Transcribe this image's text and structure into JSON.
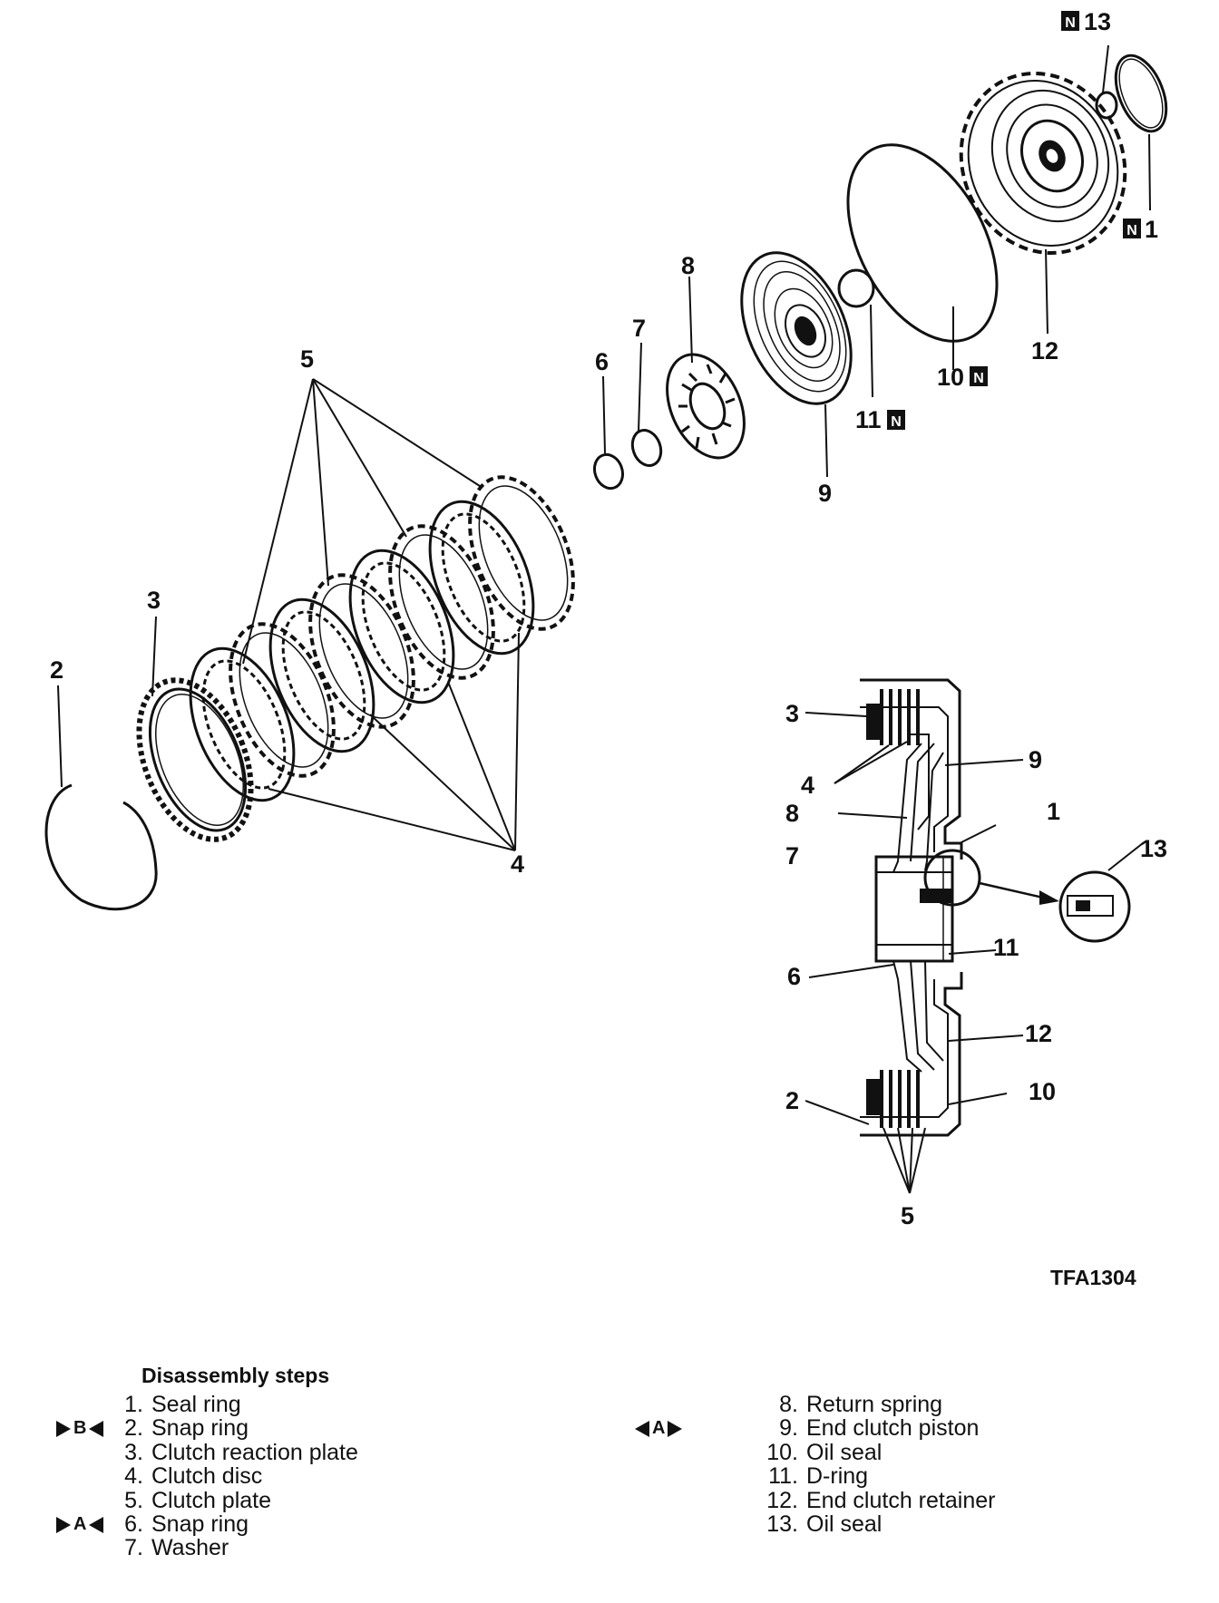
{
  "callouts": {
    "c1": "1",
    "c2": "2",
    "c3": "3",
    "c4": "4",
    "c5": "5",
    "c6": "6",
    "c7": "7",
    "c8": "8",
    "c9": "9",
    "c10": "10",
    "c11": "11",
    "c12": "12",
    "c13": "13",
    "new_part_marker": "N"
  },
  "figure_code": "TFA1304",
  "steps": {
    "title": "Disassembly steps",
    "left": [
      {
        "num": "1.",
        "label": "Seal ring",
        "tag": ""
      },
      {
        "num": "2.",
        "label": "Snap ring",
        "tag": "B"
      },
      {
        "num": "3.",
        "label": "Clutch reaction plate",
        "tag": ""
      },
      {
        "num": "4.",
        "label": "Clutch disc",
        "tag": ""
      },
      {
        "num": "5.",
        "label": "Clutch plate",
        "tag": ""
      },
      {
        "num": "6.",
        "label": "Snap ring",
        "tag": "A"
      },
      {
        "num": "7.",
        "label": "Washer",
        "tag": ""
      }
    ],
    "right": [
      {
        "num": "8.",
        "label": "Return spring",
        "tag": ""
      },
      {
        "num": "9.",
        "label": "End clutch piston",
        "tag": "A"
      },
      {
        "num": "10.",
        "label": "Oil seal",
        "tag": ""
      },
      {
        "num": "11.",
        "label": "D-ring",
        "tag": ""
      },
      {
        "num": "12.",
        "label": "End clutch retainer",
        "tag": ""
      },
      {
        "num": "13.",
        "label": "Oil seal",
        "tag": ""
      }
    ]
  },
  "colors": {
    "ink": "#111111",
    "paper": "#ffffff"
  }
}
